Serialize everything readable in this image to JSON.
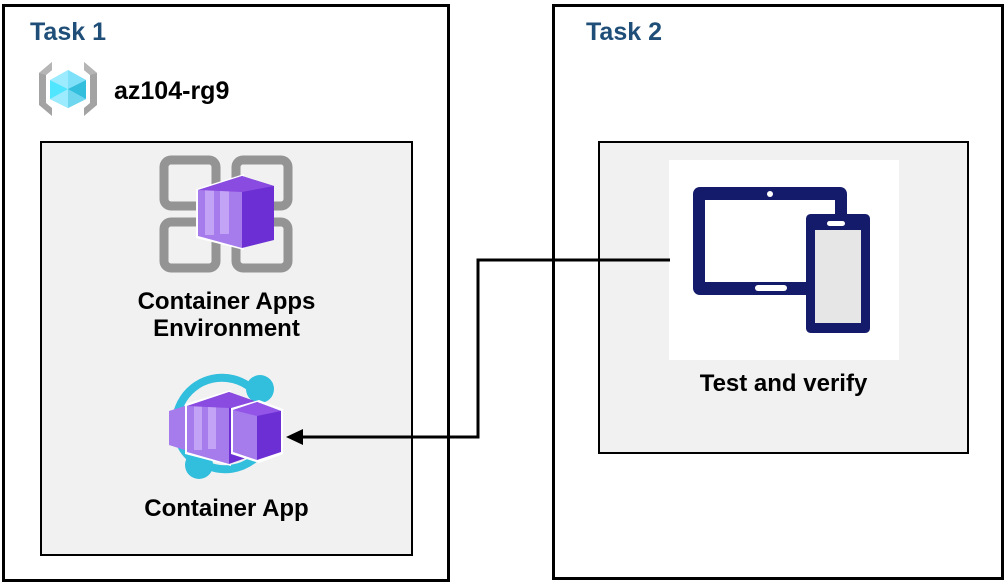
{
  "diagram": {
    "title_color": "#1F4E79",
    "background": "#ffffff",
    "panel_fill": "#F1F1F1"
  },
  "task1": {
    "title": "Task 1",
    "resource_group": {
      "icon": "azure-resource-group-icon",
      "label": "az104-rg9"
    },
    "nodes": [
      {
        "icon": "container-apps-environment-icon",
        "label": "Container Apps\nEnvironment"
      },
      {
        "icon": "container-app-icon",
        "label": "Container App"
      }
    ]
  },
  "task2": {
    "title": "Task 2",
    "nodes": [
      {
        "icon": "test-devices-icon",
        "label": "Test and verify"
      }
    ]
  },
  "connector": {
    "name": "test-to-container-app-arrow",
    "from": "Test and verify",
    "to": "Container App",
    "direction": "right-to-left",
    "color": "#000000"
  }
}
